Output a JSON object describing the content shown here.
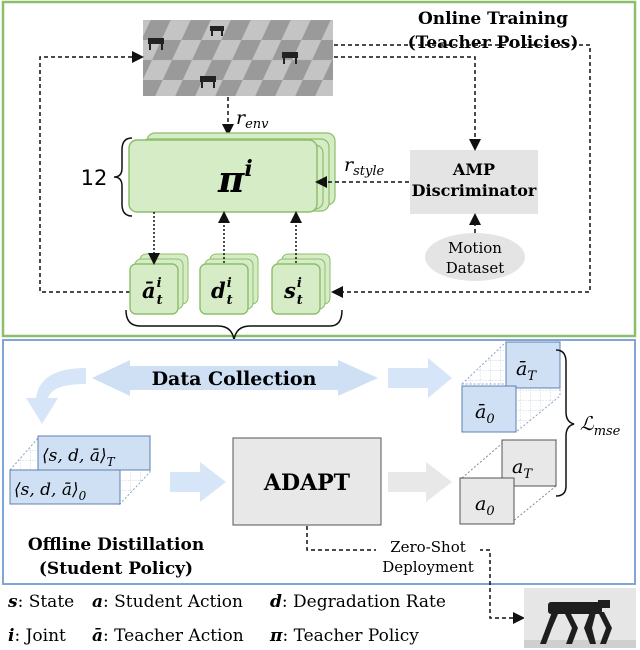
{
  "online": {
    "title_line1": "Online Training",
    "title_line2": "(Teacher Policies)",
    "r_env": "r",
    "r_env_sub": "env",
    "r_style": "r",
    "r_style_sub": "style",
    "count": "12",
    "policy_base": "π",
    "policy_sup": "i",
    "amp_line1": "AMP",
    "amp_line2": "Discriminator",
    "motion_line1": "Motion",
    "motion_line2": "Dataset",
    "tokens": [
      {
        "base": "ā",
        "sup": "i",
        "sub": "t"
      },
      {
        "base": "d",
        "sup": "i",
        "sub": "t"
      },
      {
        "base": "s",
        "sup": "i",
        "sub": "t"
      }
    ]
  },
  "offline": {
    "data_collection": "Data Collection",
    "teacher_top": {
      "base": "ā",
      "sub": "T"
    },
    "teacher_bottom": {
      "base": "ā",
      "sub": "0"
    },
    "student_top": {
      "base": "a",
      "sub": "T"
    },
    "student_bottom": {
      "base": "a",
      "sub": "0"
    },
    "loss_base": "ℒ",
    "loss_sub": "mse",
    "obs_top": {
      "text": "⟨s, d, ā⟩",
      "sub": "T"
    },
    "obs_bottom": {
      "text": "⟨s, d, ā⟩",
      "sub": "0"
    },
    "adapt": "ADAPT",
    "title_line1": "Offline Distillation",
    "title_line2": "(Student Policy)",
    "deploy_line1": "Zero-Shot",
    "deploy_line2": "Deployment"
  },
  "legend": [
    {
      "sym": "s",
      "text": ": State"
    },
    {
      "sym": "a",
      "text": ": Student Action"
    },
    {
      "sym": "d",
      "text": ": Degradation Rate"
    },
    {
      "sym": "i",
      "text": ": Joint"
    },
    {
      "sym": "ā",
      "text": ": Teacher Action"
    },
    {
      "sym": "π",
      "text": ": Teacher Policy"
    }
  ],
  "colors": {
    "green_border": "#8cbf6a",
    "green_fill": "#d6ecc6",
    "blue_border": "#7fa6d6",
    "blue_fill": "#cfe0f5",
    "arrow_blue": "#d6e6f8",
    "gray_fill": "#ececec"
  }
}
